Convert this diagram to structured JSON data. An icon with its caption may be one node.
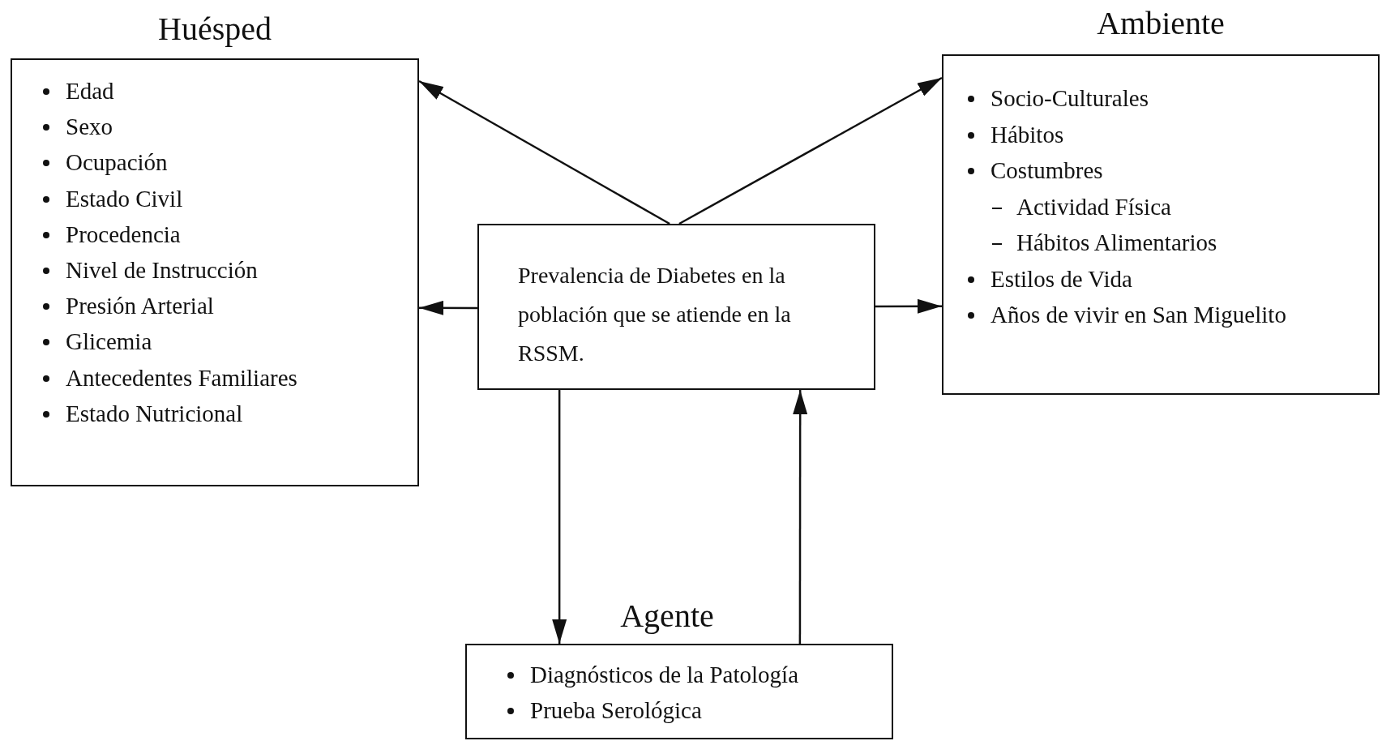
{
  "diagram": {
    "nodes": [
      {
        "text": [
          "Huésped",
          "Edad",
          "Sexo",
          "Ocupación",
          "Estado Civil",
          "Procedencia",
          "Nivel de Instrucción",
          "Presión Arterial",
          "Glicemia",
          "Antecedentes Familiares",
          "Estado Nutricional"
        ]
      },
      {
        "text": [
          "Ambiente",
          "Socio-Culturales",
          "Hábitos",
          "Costumbres",
          "Actividad Física",
          "Hábitos Alimentarios",
          "Estilos de Vida",
          "Años de vivir en San Miguelito"
        ]
      },
      {
        "text": [
          "Prevalencia de Diabetes en la población que se atiende en la RSSM."
        ]
      },
      {
        "text": [
          "Agente",
          "Diagnósticos de la Patología",
          "Prueba Serológica"
        ]
      }
    ],
    "edges": [
      {
        "from": 2,
        "to": 0,
        "arrow": "to"
      },
      {
        "from": 2,
        "to": 0,
        "arrow": "to"
      },
      {
        "from": 2,
        "to": 1,
        "arrow": "to"
      },
      {
        "from": 2,
        "to": 1,
        "arrow": "to"
      },
      {
        "from": 2,
        "to": 3,
        "arrow": "to"
      },
      {
        "from": 3,
        "to": 2,
        "arrow": "to"
      }
    ]
  }
}
